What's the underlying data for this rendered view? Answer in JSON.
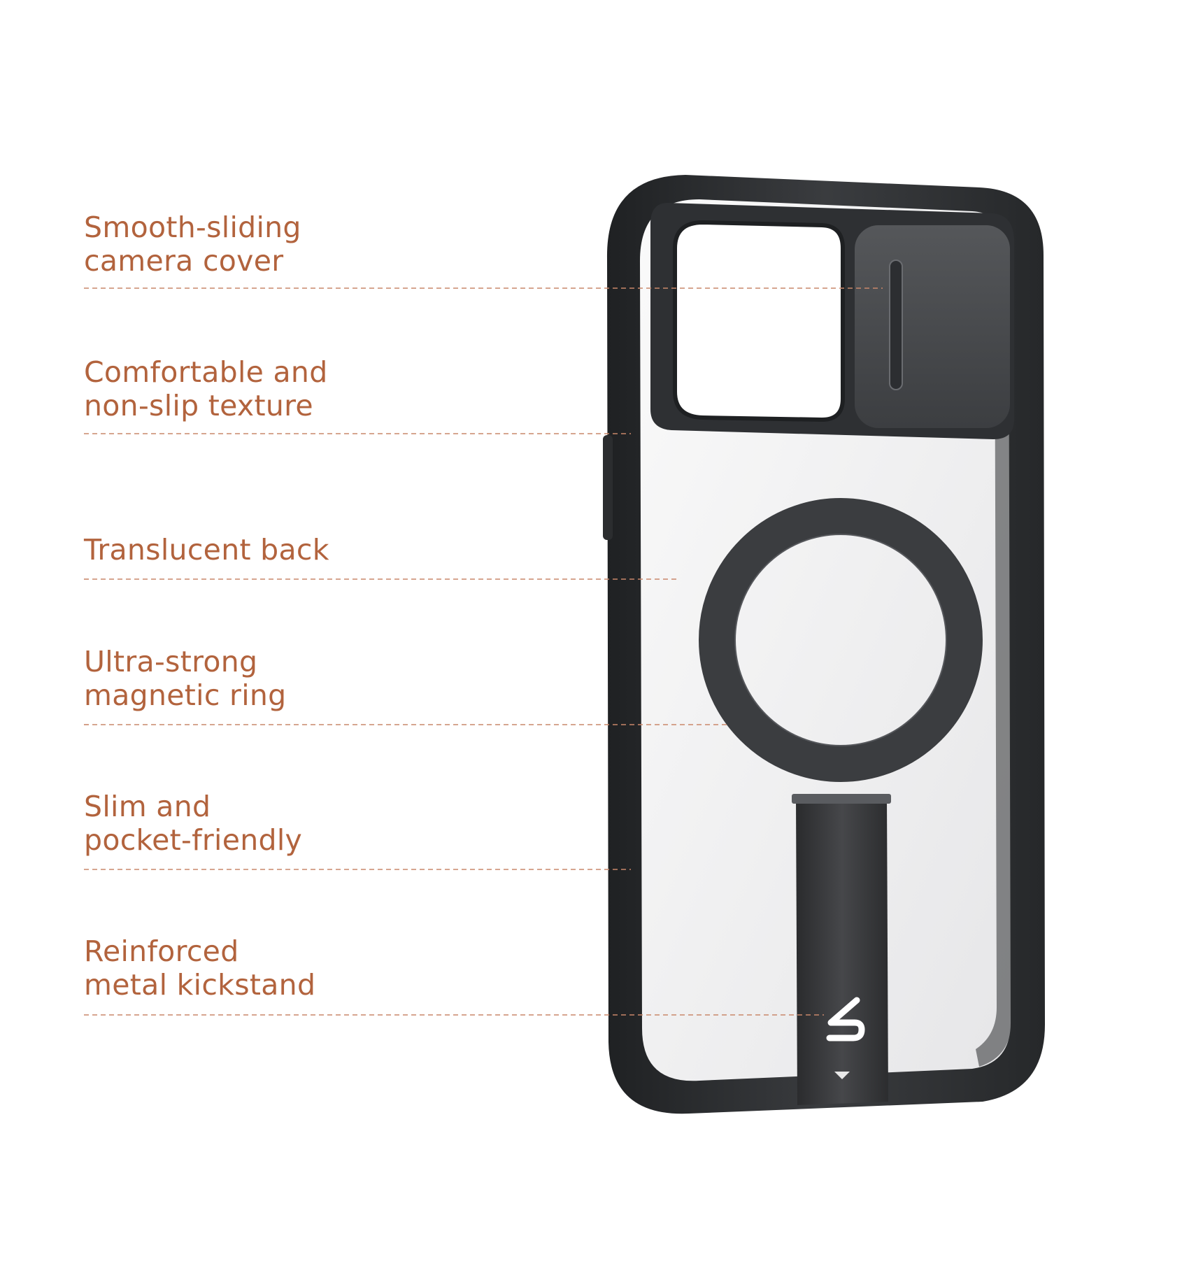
{
  "features": [
    {
      "id": "camera-cover",
      "lines": [
        "Smooth-sliding",
        "camera cover"
      ]
    },
    {
      "id": "texture",
      "lines": [
        "Comfortable and",
        "non-slip texture"
      ]
    },
    {
      "id": "translucent-back",
      "lines": [
        "Translucent back"
      ]
    },
    {
      "id": "magnetic-ring",
      "lines": [
        "Ultra-strong",
        "magnetic ring"
      ]
    },
    {
      "id": "slim",
      "lines": [
        "Slim and",
        "pocket-friendly"
      ]
    },
    {
      "id": "kickstand",
      "lines": [
        "Reinforced",
        "metal kickstand"
      ]
    }
  ],
  "colors": {
    "label_text": "#b2633d",
    "leader_line": "#c9876a",
    "case_frame": "#2f3133",
    "case_back": "#f1f1f2",
    "ring": "#3b3d40",
    "kickstand": "#3a3b3e"
  },
  "icons": {
    "logo": "brand-s-logo-icon",
    "arrow": "caret-down-icon"
  }
}
